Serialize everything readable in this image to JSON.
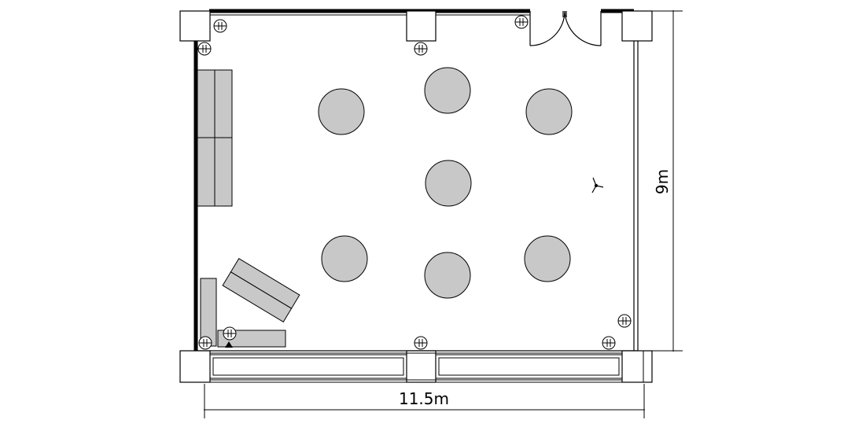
{
  "dimensions": {
    "width_label": "11.5m",
    "height_label": "9m"
  },
  "colors": {
    "furniture_fill": "#c8c8c8",
    "line": "#000000",
    "background": "#ffffff"
  },
  "counts": {
    "round_tables": 7,
    "outlets": 9
  }
}
